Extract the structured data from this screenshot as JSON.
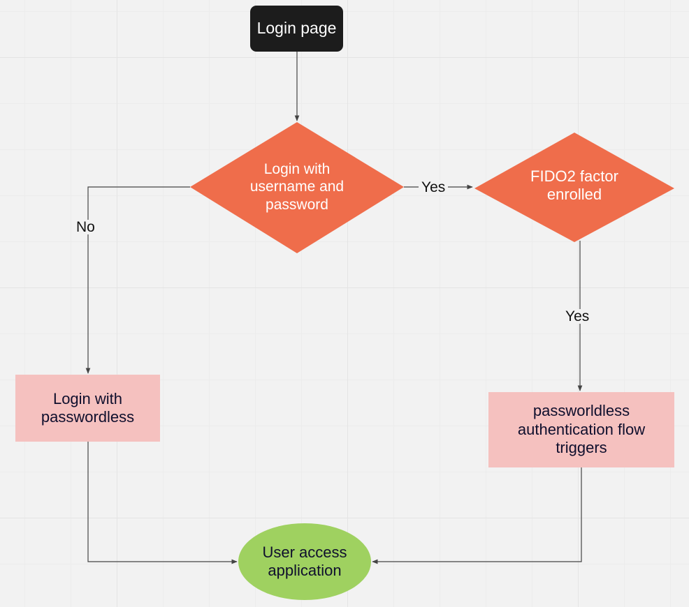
{
  "nodes": {
    "login_page": "Login page",
    "login_username_password": "Login with username and password",
    "fido2_enrolled": "FIDO2 factor enrolled",
    "login_passwordless": "Login with passwordless",
    "passwordless_flow": "passworldless authentication flow triggers",
    "user_access": "User access application"
  },
  "edges": {
    "yes_right": "Yes",
    "no_left": "No",
    "yes_down": "Yes"
  },
  "colors": {
    "start_fill": "#1c1c1c",
    "decision_fill": "#ef6d4b",
    "process_fill": "#f5c1bf",
    "terminal_fill": "#9fd160",
    "connector": "#444444"
  }
}
